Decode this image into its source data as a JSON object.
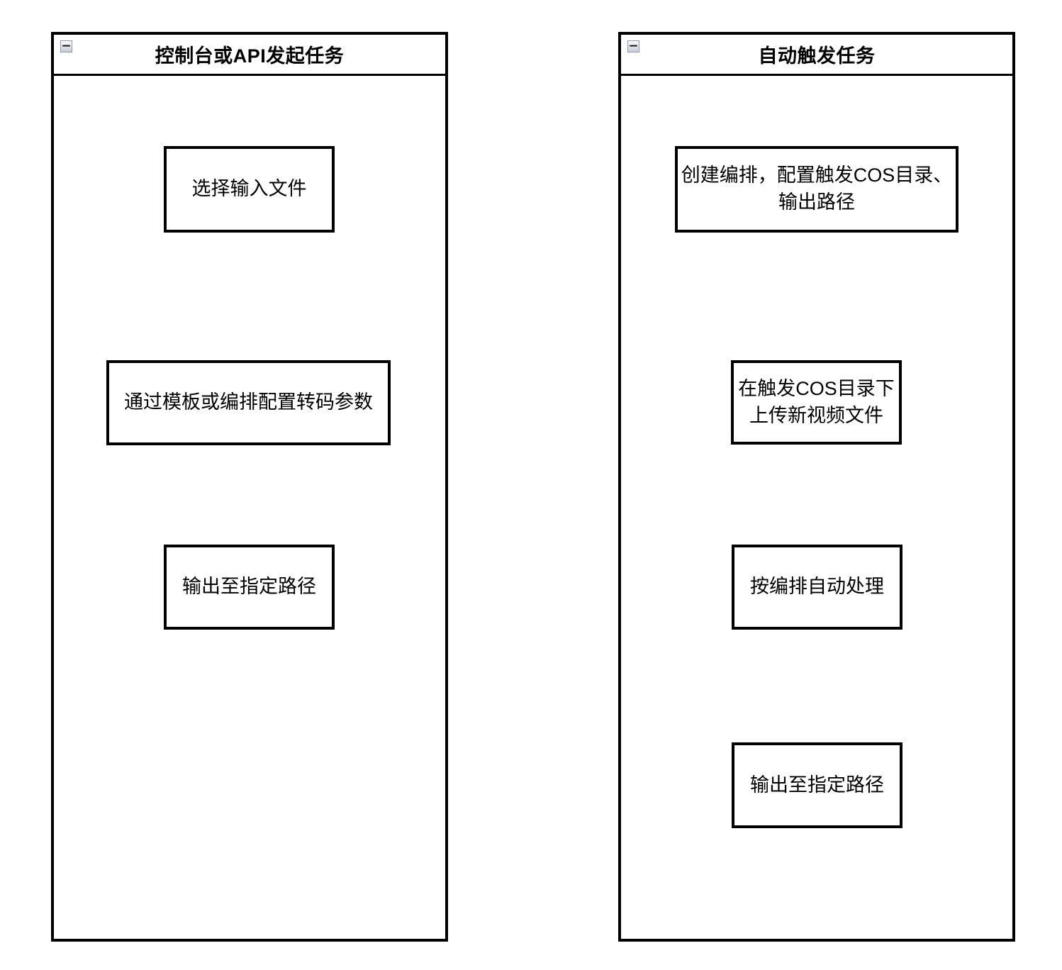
{
  "colors": {
    "line": "#000000",
    "node_fill": "#ffffff",
    "background": "#ffffff",
    "collapse_border": "#8e99ad"
  },
  "icons": {
    "collapse_glyph": "−"
  },
  "panels": [
    {
      "title": "控制台或API发起任务",
      "nodes": [
        {
          "label": "选择输入文件"
        },
        {
          "label": "通过模板或编排配置转码参数"
        },
        {
          "label": "输出至指定路径"
        }
      ]
    },
    {
      "title": "自动触发任务",
      "nodes": [
        {
          "label": "创建编排，配置触发COS目录、\n输出路径"
        },
        {
          "label": "在触发COS目录下\n上传新视频文件"
        },
        {
          "label": "按编排自动处理"
        },
        {
          "label": "输出至指定路径"
        }
      ]
    }
  ]
}
